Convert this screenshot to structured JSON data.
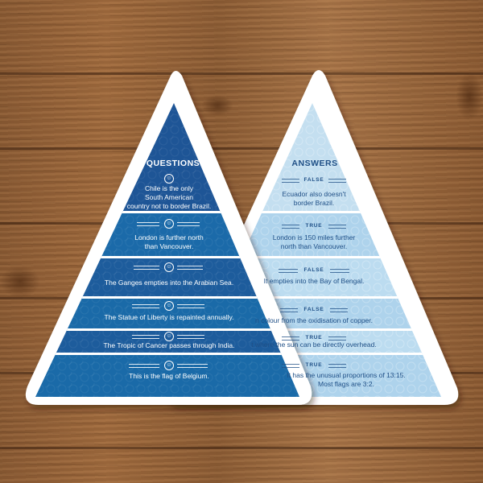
{
  "questions_card": {
    "title": "QUESTIONS",
    "badge_glyph": "☺",
    "items": [
      {
        "line1": "Chile is the only",
        "line2": "South American",
        "line3": "country not to border Brazil."
      },
      {
        "line1": "London is further north",
        "line2": "than Vancouver."
      },
      {
        "line1": "The Ganges empties into the Arabian Sea."
      },
      {
        "line1": "The Statue of Liberty is repainted annually."
      },
      {
        "line1": "The Tropic of Cancer passes through India."
      },
      {
        "line1": "This is the flag of Belgium."
      }
    ]
  },
  "answers_card": {
    "title": "ANSWERS",
    "items": [
      {
        "tag": "FALSE",
        "line1": "Ecuador also doesn't",
        "line2": "border Brazil."
      },
      {
        "tag": "TRUE",
        "line1": "London is 150 miles further",
        "line2": "north than Vancouver."
      },
      {
        "tag": "FALSE",
        "line1": "It empties into the Bay of Bengal."
      },
      {
        "tag": "FALSE",
        "line1": "n colour from the oxidisation of copper."
      },
      {
        "tag": "TRUE",
        "line1": "t where the sun can be directly overhead."
      },
      {
        "tag": "TRUE",
        "line1": "It has the unusual proportions of 13:15.",
        "line2": "Most flags are 3:2."
      }
    ]
  },
  "colors": {
    "q_band_dark": "#1f5a96",
    "q_band_mid": "#1c6aa8",
    "q_band_light": "#1a7ab8",
    "a_band_light": "#c2deef",
    "a_band_mid": "#a9d0ea",
    "card_white": "#ffffff"
  }
}
